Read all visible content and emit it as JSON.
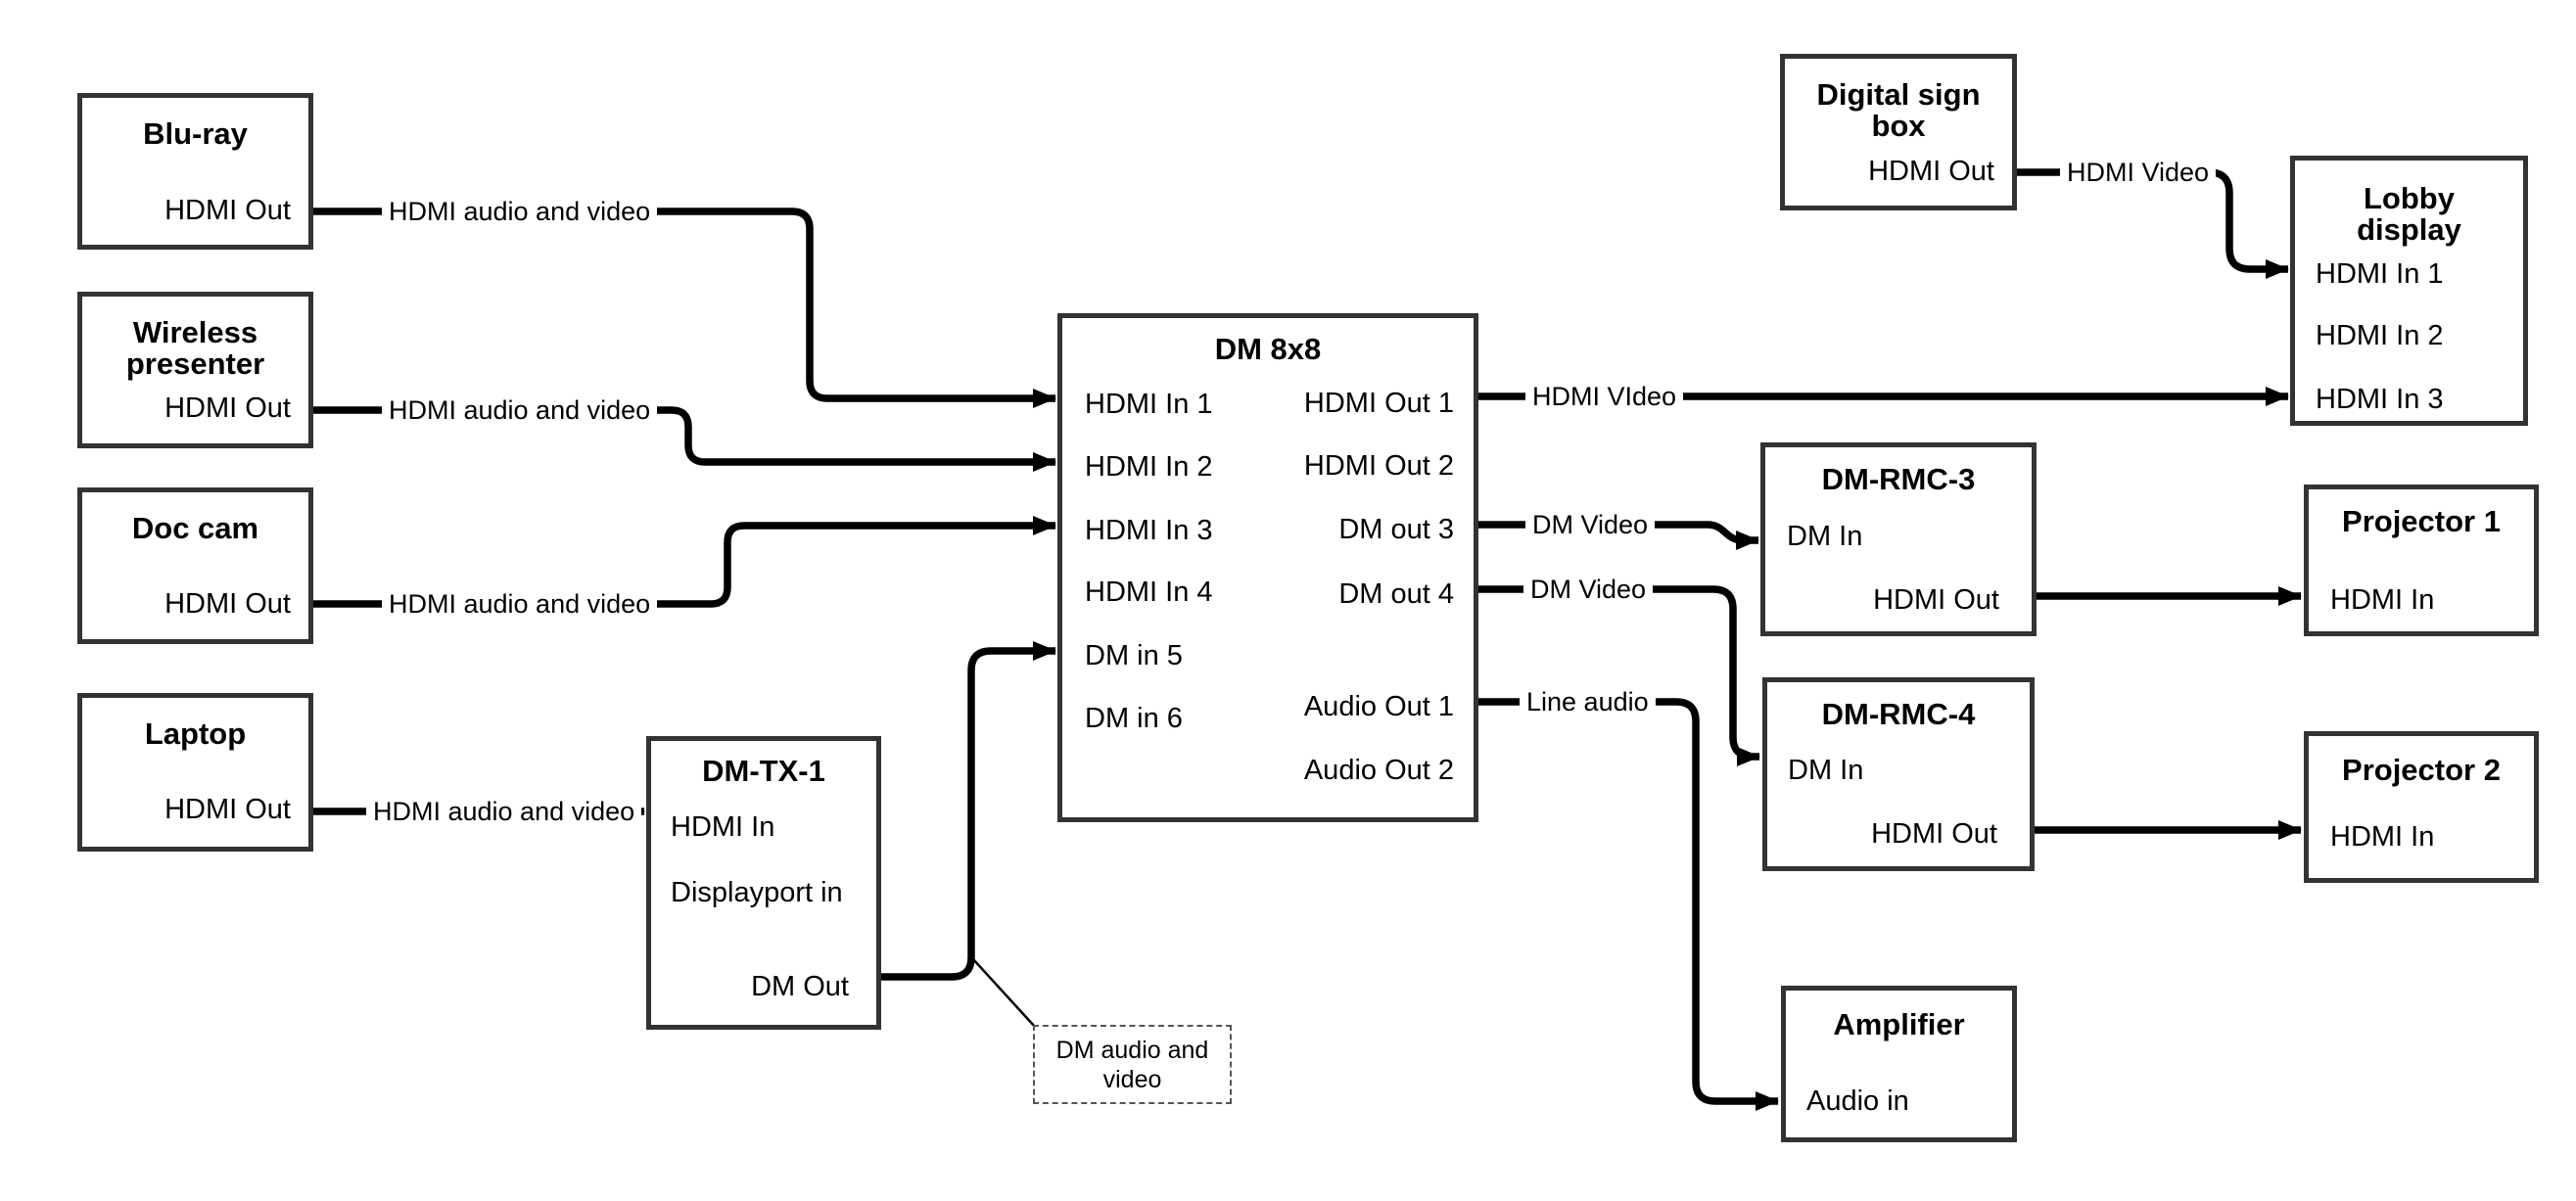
{
  "page": {
    "background": "#ffffff",
    "line_color": "#000000",
    "box_border_color": "#333333"
  },
  "nodes": {
    "blu_ray": {
      "title": "Blu-ray",
      "ports": [
        "HDMI Out"
      ]
    },
    "wireless_presenter": {
      "title": "Wireless presenter",
      "ports": [
        "HDMI Out"
      ]
    },
    "doc_cam": {
      "title": "Doc cam",
      "ports": [
        "HDMI Out"
      ]
    },
    "laptop": {
      "title": "Laptop",
      "ports": [
        "HDMI Out"
      ]
    },
    "dm_tx_1": {
      "title": "DM-TX-1",
      "ports": [
        "HDMI In",
        "Displayport in",
        "DM Out"
      ]
    },
    "dm_8x8": {
      "title": "DM 8x8",
      "inputs": [
        "HDMI In 1",
        "HDMI In 2",
        "HDMI In 3",
        "HDMI In 4",
        "DM in 5",
        "DM in 6"
      ],
      "outputs": [
        "HDMI Out 1",
        "HDMI Out 2",
        "DM out 3",
        "DM out 4",
        "Audio Out 1",
        "Audio Out 2"
      ]
    },
    "digital_sign_box": {
      "title": "Digital sign box",
      "ports": [
        "HDMI Out"
      ]
    },
    "lobby_display": {
      "title": "Lobby display",
      "ports": [
        "HDMI In 1",
        "HDMI In 2",
        "HDMI In 3"
      ]
    },
    "dm_rmc_3": {
      "title": "DM-RMC-3",
      "ports": [
        "DM In",
        "HDMI Out"
      ]
    },
    "projector_1": {
      "title": "Projector 1",
      "ports": [
        "HDMI In"
      ]
    },
    "dm_rmc_4": {
      "title": "DM-RMC-4",
      "ports": [
        "DM In",
        "HDMI Out"
      ]
    },
    "projector_2": {
      "title": "Projector 2",
      "ports": [
        "HDMI In"
      ]
    },
    "amplifier": {
      "title": "Amplifier",
      "ports": [
        "Audio in"
      ]
    }
  },
  "edge_labels": {
    "blu_ray_to_dm8x8": "HDMI audio and video",
    "wireless_to_dm8x8": "HDMI audio and video",
    "doc_cam_to_dm8x8": "HDMI audio and video",
    "laptop_to_dm_tx_1": "HDMI audio and video",
    "hdmi_out_1_to_lobby": "HDMI VIdeo",
    "digital_sign_to_lobby": "HDMI Video",
    "dm_out_3_to_rmc3": "DM Video",
    "dm_out_4_to_rmc4": "DM Video",
    "audio_out_1_to_amplifier": "Line audio"
  },
  "note": {
    "text": "DM audio and video"
  }
}
